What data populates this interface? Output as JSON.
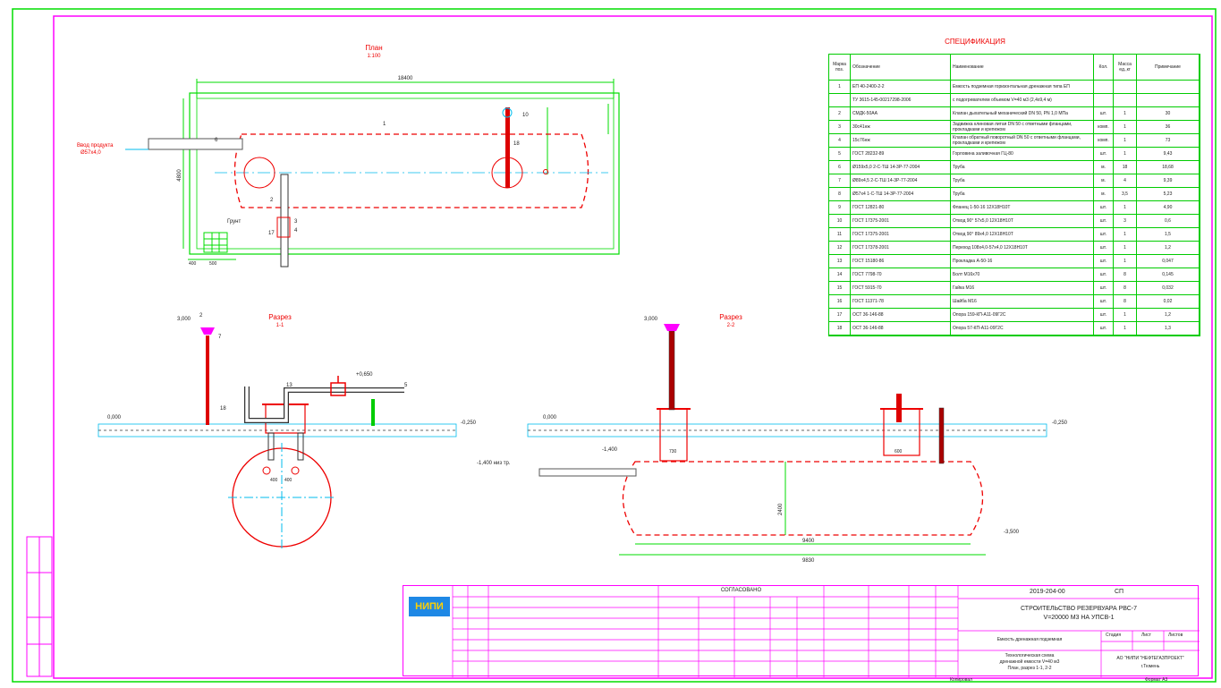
{
  "plan": {
    "title": "План",
    "scale": "1:100",
    "dim_length": "18400",
    "dim_width": "4800",
    "label_entry": "Ввод продукта",
    "label_entry2": "Ø57х4,0",
    "tag_1": "1",
    "tag_6": "6",
    "tag_2": "2",
    "tag_3": "3",
    "tag_4": "4",
    "tag_17": "17",
    "tag_18": "18",
    "tag_10": "10",
    "label_ground": "Грунт",
    "dim_400": "400",
    "dim_500": "500"
  },
  "section1": {
    "title": "Разрез",
    "sub": "1-1",
    "lvl_top": "3,000",
    "lvl_mid": "+0,650",
    "lvl_gl": "0,000",
    "lvl_right": "-0,250",
    "dim_a": "400",
    "dim_b": "400",
    "tag_7": "7",
    "tag_2": "2",
    "tag_5": "5",
    "tag_18": "18",
    "tag_13": "13"
  },
  "section2": {
    "title": "Разрез",
    "sub": "2-2",
    "lvl_top": "3,000",
    "lvl_gl": "0,000",
    "lvl_right": "-0,250",
    "lvl_low": "-1,400",
    "lvl_note": "-1,400 низ тр.",
    "lvl_bottom": "-3,500",
    "dim_top1": "730",
    "dim_top2": "600",
    "dim_h": "2400",
    "dim_inner": "9400",
    "dim_total": "9830"
  },
  "spec": {
    "title": "СПЕЦИФИКАЦИЯ",
    "headers": [
      "Марка поз.",
      "Обозначение",
      "Наименование",
      "Кол.",
      "Масса ед.,кг",
      "Примечание"
    ],
    "rows": [
      [
        "1",
        "ЕП 40-2400-2-2",
        "Емкость подземная горизонтальная дренажная типа ЕП",
        "",
        "",
        ""
      ],
      [
        "",
        "ТУ 3615-145-00217298-2006",
        "с подогревателем объемом V=40 м3 (2,4х9,4 м)",
        "",
        "",
        ""
      ],
      [
        "2",
        "СМДК-50АА",
        "Клапан дыхательный механический DN 50, PN 1,0 МПа",
        "шт.",
        "1",
        "30"
      ],
      [
        "3",
        "30с41нж",
        "Задвижка клиновая литая DN 50 с ответными фланцами, прокладками и крепежом",
        "комп.",
        "1",
        "36"
      ],
      [
        "4",
        "15с76нж",
        "Клапан обратный поворотный DN 50 с ответными фланцами, прокладками и крепежом",
        "комп.",
        "1",
        "73"
      ],
      [
        "5",
        "ГОСТ 28232-89",
        "Горловина заливочная ГЦ-80",
        "шт.",
        "1",
        "9,43"
      ],
      [
        "6",
        "Ø159х5,0  2-С-ТШ 14-3Р-77-2004",
        "Труба",
        "м.",
        "18",
        "18,68"
      ],
      [
        "7",
        "Ø89х4,5  2-С-ТШ 14-3Р-77-2004",
        "Труба",
        "м.",
        "4",
        "9,39"
      ],
      [
        "8",
        "Ø57х4  1-С-ТШ 14-3Р-77-2004",
        "Труба",
        "м.",
        "3,5",
        "5,23"
      ],
      [
        "9",
        "ГОСТ 12821-80",
        "Фланец 1-50-16 12Х18Н10Т",
        "шт.",
        "1",
        "4,90"
      ],
      [
        "10",
        "ГОСТ 17375-2001",
        "Отвод 90° 57х5,0 12Х18Н10Т",
        "шт.",
        "3",
        "0,6"
      ],
      [
        "11",
        "ГОСТ 17375-2001",
        "Отвод 90° 89х4,0 12Х18Н10Т",
        "шт.",
        "1",
        "1,5"
      ],
      [
        "12",
        "ГОСТ 17378-2001",
        "Переход 108х4,0-57х4,0 12Х18Н10Т",
        "шт.",
        "1",
        "1,2"
      ],
      [
        "13",
        "ГОСТ 15180-86",
        "Прокладка А-50-16",
        "шт.",
        "1",
        "0,047"
      ],
      [
        "14",
        "ГОСТ 7798-70",
        "Болт М16х70",
        "шт.",
        "8",
        "0,145"
      ],
      [
        "15",
        "ГОСТ 5915-70",
        "Гайка М16",
        "шт.",
        "8",
        "0,032"
      ],
      [
        "16",
        "ГОСТ 11371-78",
        "Шайба М16",
        "шт.",
        "8",
        "0,02"
      ],
      [
        "17",
        "ОСТ 36-146-88",
        "Опора 159-КП-А11-09Г2С",
        "шт.",
        "1",
        "1,2"
      ],
      [
        "18",
        "ОСТ 36-146-88",
        "Опора 57-КП-А11-09Г2С",
        "шт.",
        "1",
        "1,3"
      ]
    ]
  },
  "titleblock": {
    "code": "2019-204-00",
    "mark": "СП",
    "project_line1": "СТРОИТЕЛЬСТВО РЕЗЕРВУАРА РВС-7",
    "project_line2": "V=20000 М3 НА УПСВ-1",
    "sheet_title": "Емкость дренажная подземная",
    "drawing_line1": "Технологическая схема",
    "drawing_line2": "дренажной емкости V=40 м3",
    "drawing_line3": "План, разрез 1-1, 2-2",
    "company_line1": "АО \"НИПИ \"НЕФТЕГАЗПРОЕКТ\"",
    "company_line2": "г.Тюмень",
    "stage_hdr": "Стадия",
    "sheet_hdr": "Лист",
    "sheets_hdr": "Листов",
    "agreed_title": "СОГЛАСОВАНО",
    "copy_note": "Копировал",
    "format_note": "Формат А3",
    "logo": "НИПИ"
  }
}
